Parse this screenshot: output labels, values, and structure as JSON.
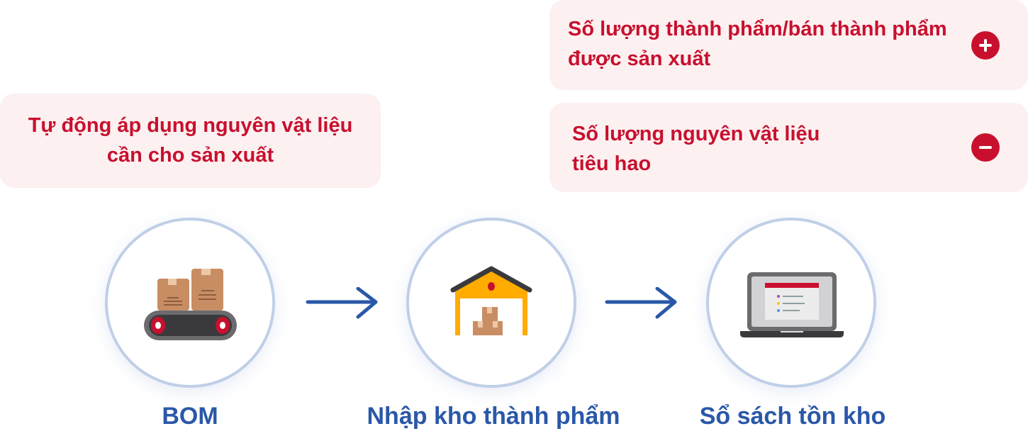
{
  "cards": {
    "bom_note": "Tự động áp dụng nguyên vật liệu cần cho sản xuất",
    "produced_qty": "Số lượng thành phẩm/bán thành phẩm được sản xuất",
    "consumed_qty": "Số lượng nguyên vật liệu tiêu hao"
  },
  "steps": [
    {
      "label": "BOM",
      "icon": "conveyor-boxes-icon"
    },
    {
      "label": "Nhập kho thành phẩm",
      "icon": "warehouse-icon"
    },
    {
      "label": "Sổ sách tồn kho",
      "icon": "laptop-ledger-icon"
    }
  ],
  "colors": {
    "accent_red": "#c8102e",
    "card_bg": "#fcf0f1",
    "label_blue": "#2a58a8",
    "circle_border": "#c0cfe8"
  }
}
